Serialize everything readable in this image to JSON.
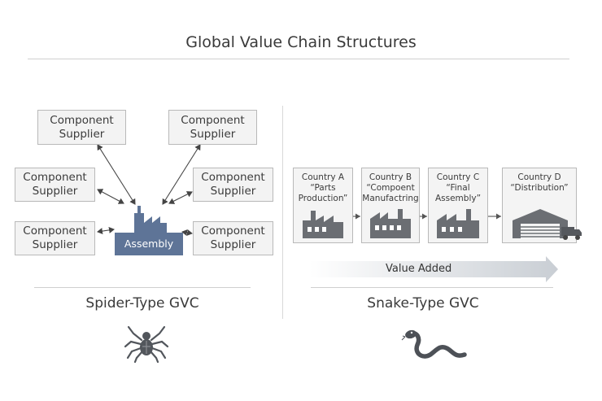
{
  "title": "Global Value Chain Structures",
  "spider": {
    "label": "Spider-Type GVC",
    "hub_label": "Assembly",
    "suppliers": [
      "Component\nSupplier",
      "Component\nSupplier",
      "Component\nSupplier",
      "Component\nSupplier",
      "Component\nSupplier",
      "Component\nSupplier"
    ],
    "icon": "spider-icon"
  },
  "snake": {
    "label": "Snake-Type GVC",
    "countries": [
      {
        "name": "Country A",
        "role": "“Parts\nProduction”",
        "icon": "factory-icon"
      },
      {
        "name": "Country B",
        "role": "“Compoent\nManufactring",
        "icon": "factory-icon"
      },
      {
        "name": "Country C",
        "role": "“Final\nAssembly”",
        "icon": "factory-icon"
      },
      {
        "name": "Country D",
        "role": "“Distribution”",
        "icon": "warehouse-truck-icon"
      }
    ],
    "value_label": "Value Added",
    "icon": "snake-icon"
  },
  "colors": {
    "hub": "#5e7497",
    "factory": "#6b6e73",
    "box_fill": "#f3f3f3",
    "box_border": "#b9b9b9"
  }
}
